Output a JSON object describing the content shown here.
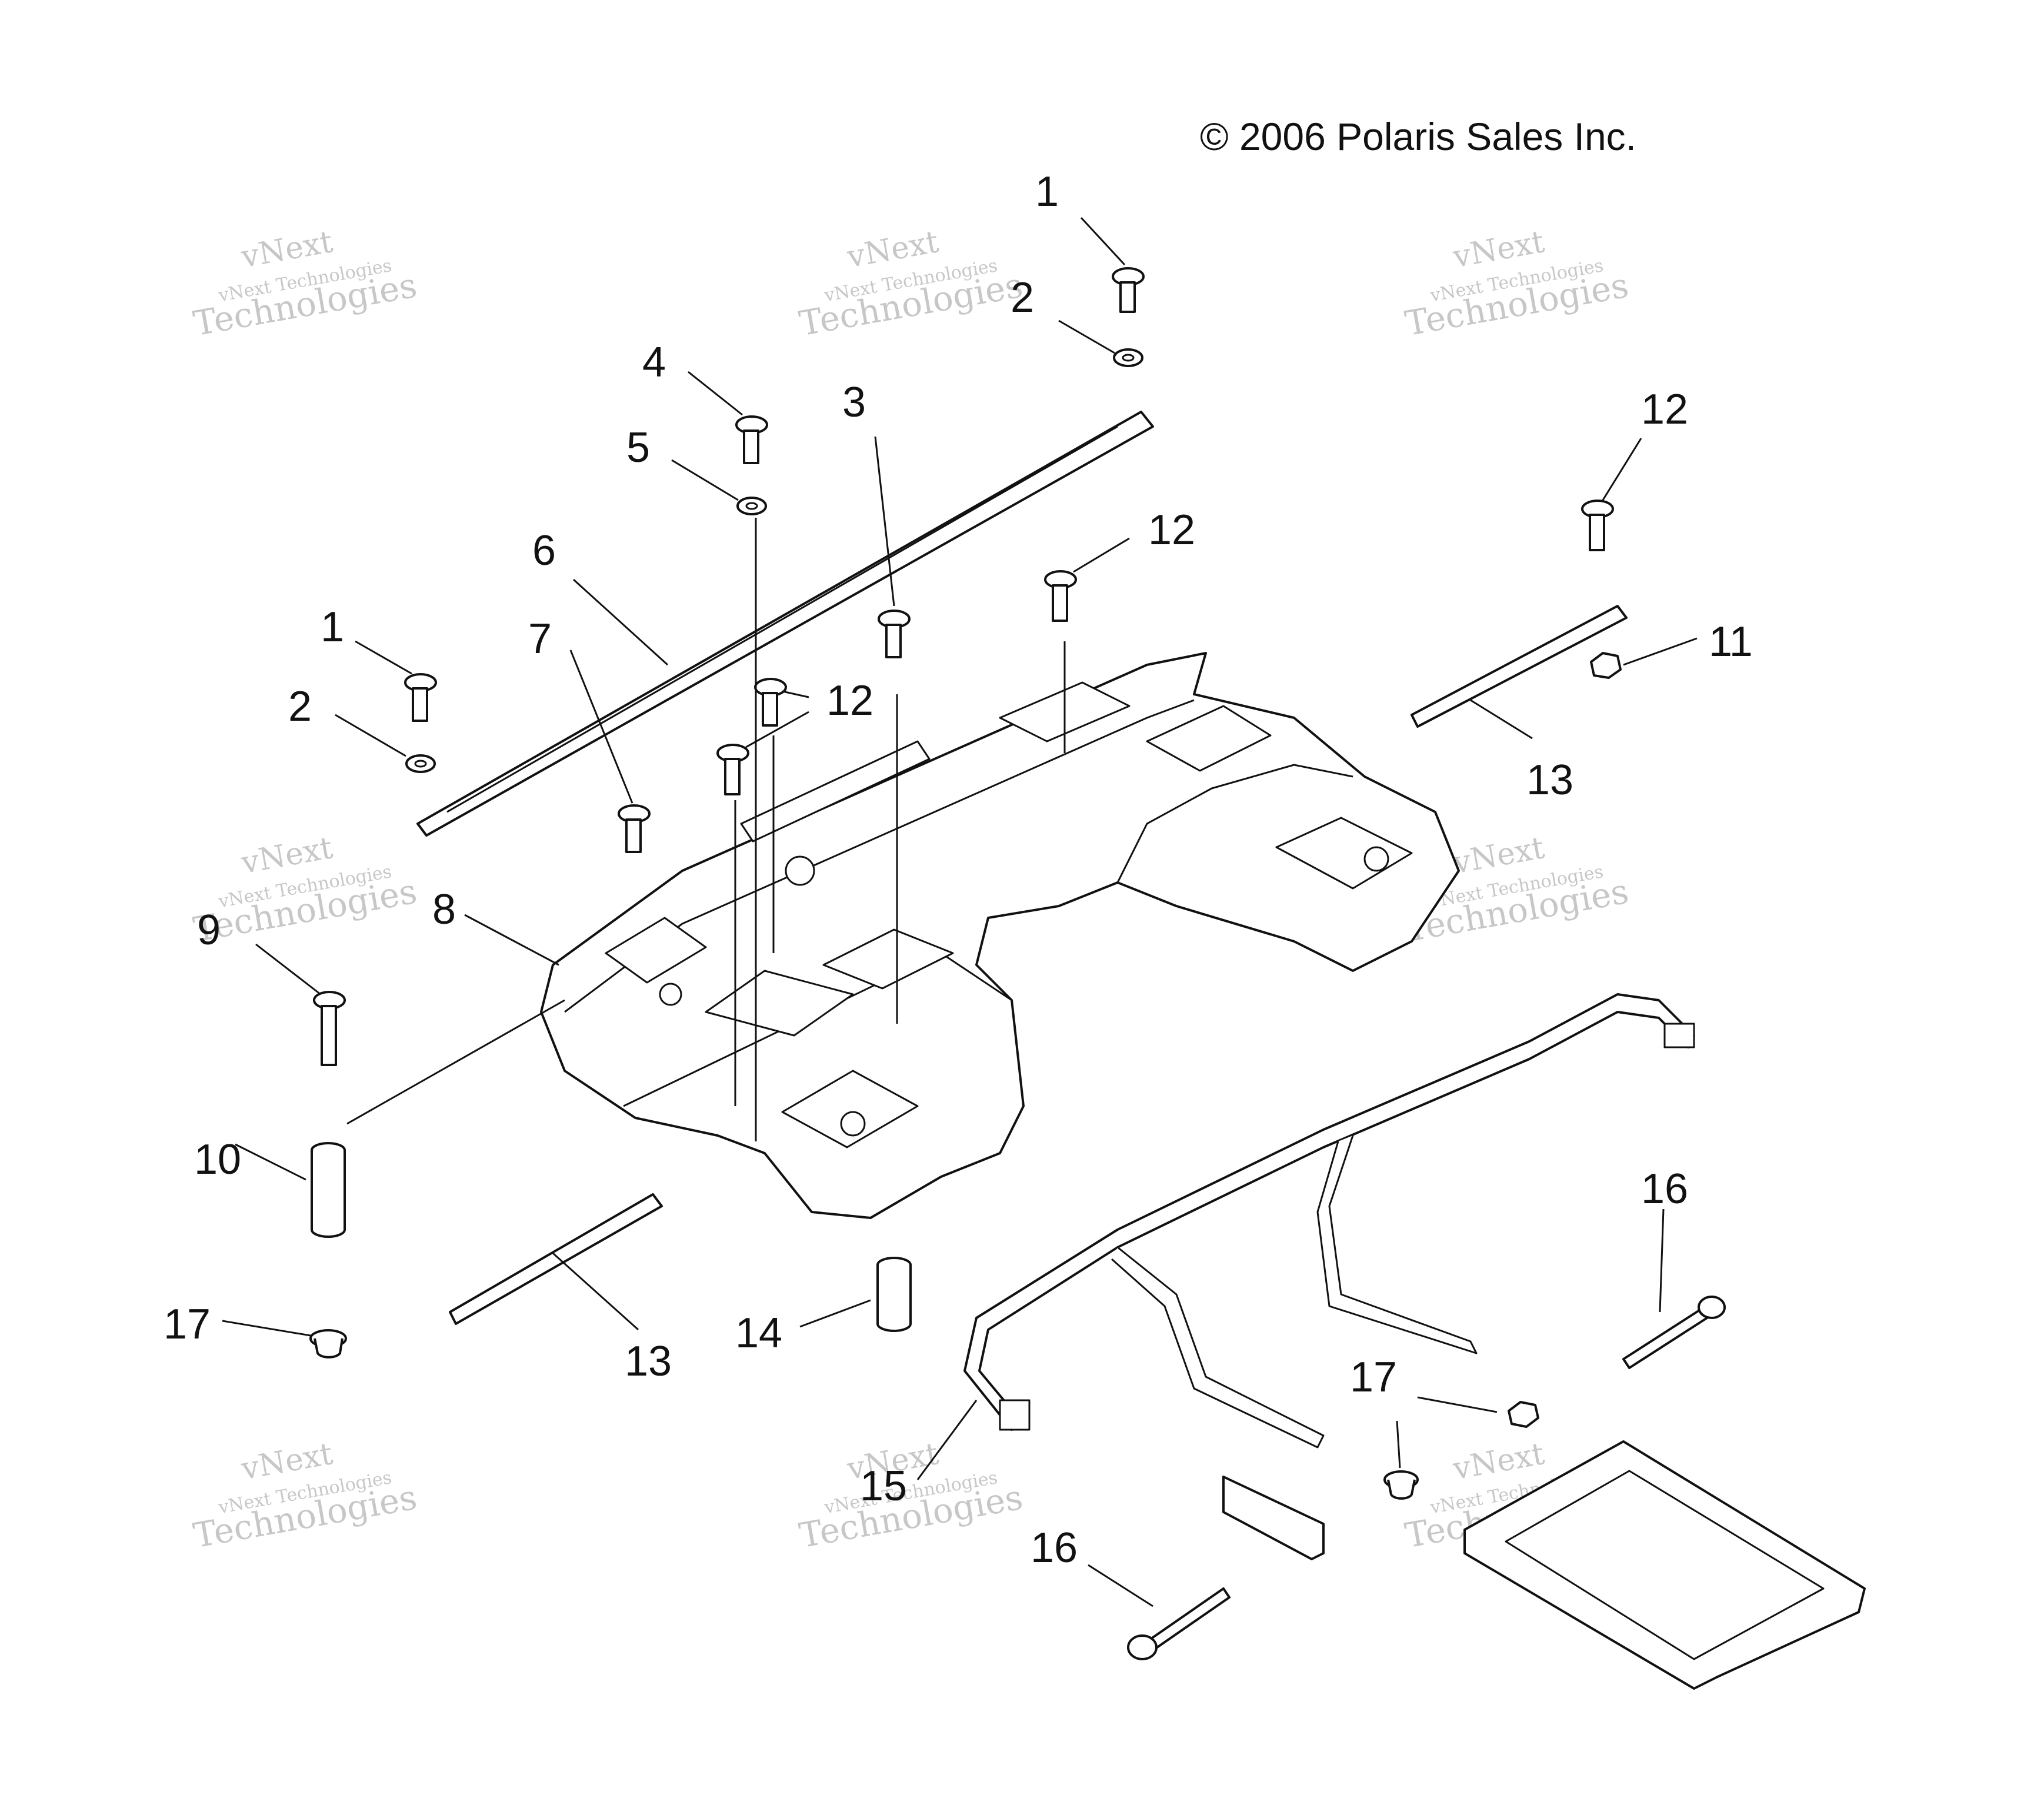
{
  "copyright": "© 2006 Polaris Sales Inc.",
  "watermark": {
    "line1": "vNext",
    "line2": "vNext Technologies",
    "line3": "Technologies"
  },
  "callouts": [
    {
      "id": "c1a",
      "label": "1"
    },
    {
      "id": "c2a",
      "label": "2"
    },
    {
      "id": "c4",
      "label": "4"
    },
    {
      "id": "c3",
      "label": "3"
    },
    {
      "id": "c5",
      "label": "5"
    },
    {
      "id": "c12a",
      "label": "12"
    },
    {
      "id": "c12b",
      "label": "12"
    },
    {
      "id": "c6",
      "label": "6"
    },
    {
      "id": "c7",
      "label": "7"
    },
    {
      "id": "c1b",
      "label": "1"
    },
    {
      "id": "c2b",
      "label": "2"
    },
    {
      "id": "c12c",
      "label": "12"
    },
    {
      "id": "c11",
      "label": "11"
    },
    {
      "id": "c13a",
      "label": "13"
    },
    {
      "id": "c8",
      "label": "8"
    },
    {
      "id": "c9",
      "label": "9"
    },
    {
      "id": "c10",
      "label": "10"
    },
    {
      "id": "c16a",
      "label": "16"
    },
    {
      "id": "c17a",
      "label": "17"
    },
    {
      "id": "c14",
      "label": "14"
    },
    {
      "id": "c13b",
      "label": "13"
    },
    {
      "id": "c17b",
      "label": "17"
    },
    {
      "id": "c15",
      "label": "15"
    },
    {
      "id": "c16b",
      "label": "16"
    }
  ]
}
